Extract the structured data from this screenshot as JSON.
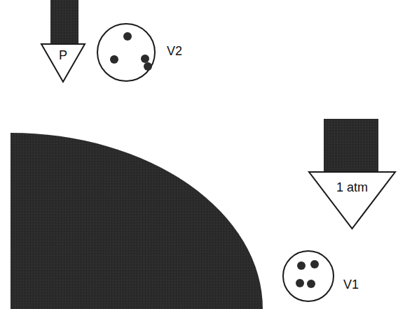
{
  "diagram": {
    "nodes": [
      {
        "text": [
          "P"
        ]
      },
      {
        "text": [
          "V2"
        ]
      },
      {
        "text": [
          "1 atm"
        ]
      },
      {
        "text": [
          "V1"
        ]
      }
    ]
  }
}
